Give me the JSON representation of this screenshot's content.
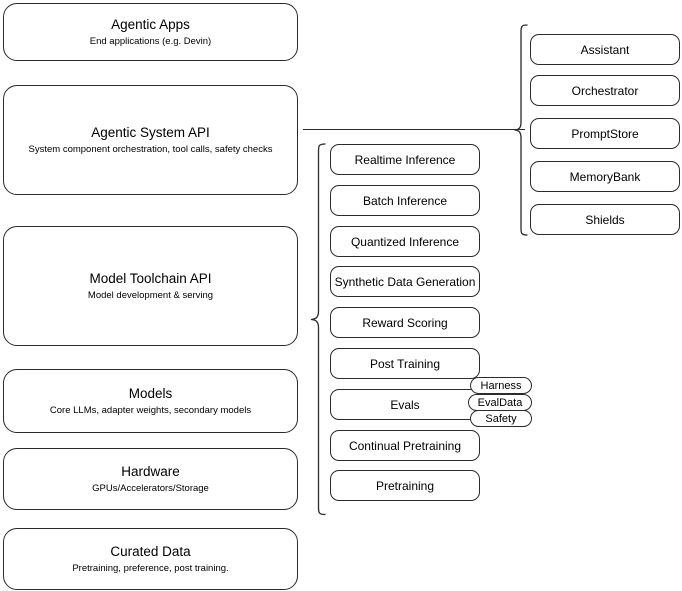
{
  "diagram": {
    "title": "AI Stack Layers Architecture Diagram",
    "stroke_color": "#2b2b2b",
    "background_color": "#ffffff"
  },
  "stack_layers": [
    {
      "title": "Agentic Apps",
      "subtitle": "End applications (e.g. Devin)",
      "name": "agentic-apps"
    },
    {
      "title": "Agentic System API",
      "subtitle": "System component orchestration, tool calls, safety checks",
      "name": "agentic-system-api"
    },
    {
      "title": "Model Toolchain API",
      "subtitle": "Model development & serving",
      "name": "model-toolchain-api"
    },
    {
      "title": "Models",
      "subtitle": "Core LLMs, adapter weights, secondary models",
      "name": "models"
    },
    {
      "title": "Hardware",
      "subtitle": "GPUs/Accelerators/Storage",
      "name": "hardware"
    },
    {
      "title": "Curated Data",
      "subtitle": "Pretraining, preference, post training.",
      "name": "curated-data"
    }
  ],
  "toolchain_components": [
    {
      "label": "Realtime Inference",
      "name": "realtime-inference"
    },
    {
      "label": "Batch Inference",
      "name": "batch-inference"
    },
    {
      "label": "Quantized Inference",
      "name": "quantized-inference"
    },
    {
      "label": "Synthetic Data Generation",
      "name": "synthetic-data-generation"
    },
    {
      "label": "Reward Scoring",
      "name": "reward-scoring"
    },
    {
      "label": "Post Training",
      "name": "post-training"
    },
    {
      "label": "Evals",
      "name": "evals"
    },
    {
      "label": "Continual Pretraining",
      "name": "continual-pretraining"
    },
    {
      "label": "Pretraining",
      "name": "pretraining"
    }
  ],
  "evals_subcomponents": [
    {
      "label": "Harness",
      "name": "harness"
    },
    {
      "label": "EvalData",
      "name": "evaldata"
    },
    {
      "label": "Safety",
      "name": "safety"
    }
  ],
  "agentic_components": [
    {
      "label": "Assistant",
      "name": "assistant"
    },
    {
      "label": "Orchestrator",
      "name": "orchestrator"
    },
    {
      "label": "PromptStore",
      "name": "promptstore"
    },
    {
      "label": "MemoryBank",
      "name": "memorybank"
    },
    {
      "label": "Shields",
      "name": "shields"
    }
  ]
}
